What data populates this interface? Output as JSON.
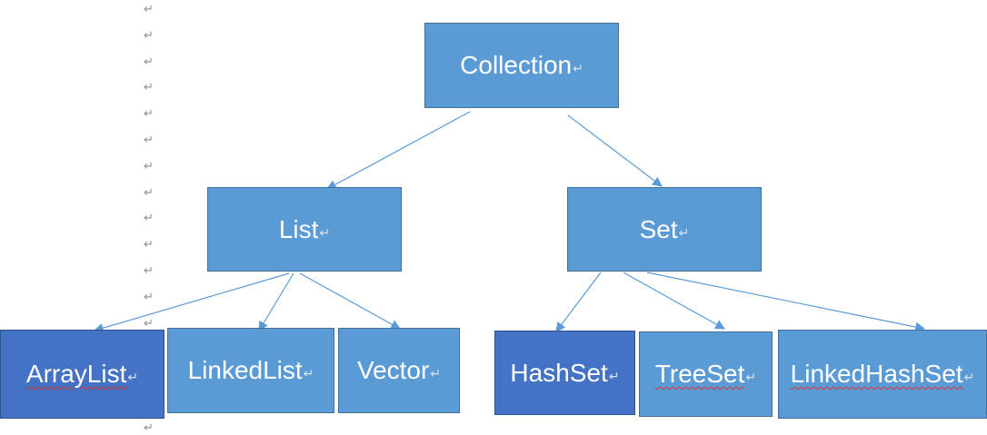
{
  "paragraph_mark": "↵",
  "nodes": {
    "collection": "Collection",
    "list": "List",
    "set": "Set",
    "arraylist": "ArrayList",
    "linkedlist": "LinkedList",
    "vector": "Vector",
    "hashset": "HashSet",
    "treeset": "TreeSet",
    "linkedhashset": "LinkedHashSet"
  },
  "colors": {
    "node_fill": "#5b9bd5",
    "node_fill_dark": "#4472c4",
    "node_border": "#41719c",
    "connector": "#5b9bd5",
    "spellcheck_underline": "#e03030"
  }
}
